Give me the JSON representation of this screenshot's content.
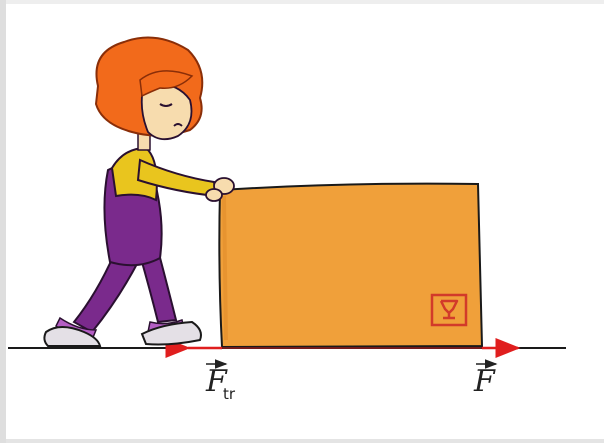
{
  "diagram": {
    "labels": {
      "friction_force": "F",
      "friction_subscript": "tr",
      "applied_force": "F"
    },
    "colors": {
      "background": "#ffffff",
      "ground": "#1a1a1a",
      "force_arrow": "#e01e1e",
      "box": "#f0a03a",
      "box_outline": "#1a1a1a",
      "fragile_mark": "#d23a2a",
      "hair": "#f26a1b",
      "skin": "#f7dcae",
      "shirt": "#e9c51e",
      "overalls": "#7a2a8c",
      "shoe": "#e4e0e6"
    },
    "icons": {
      "box_mark": "fragile-glass-icon"
    }
  }
}
